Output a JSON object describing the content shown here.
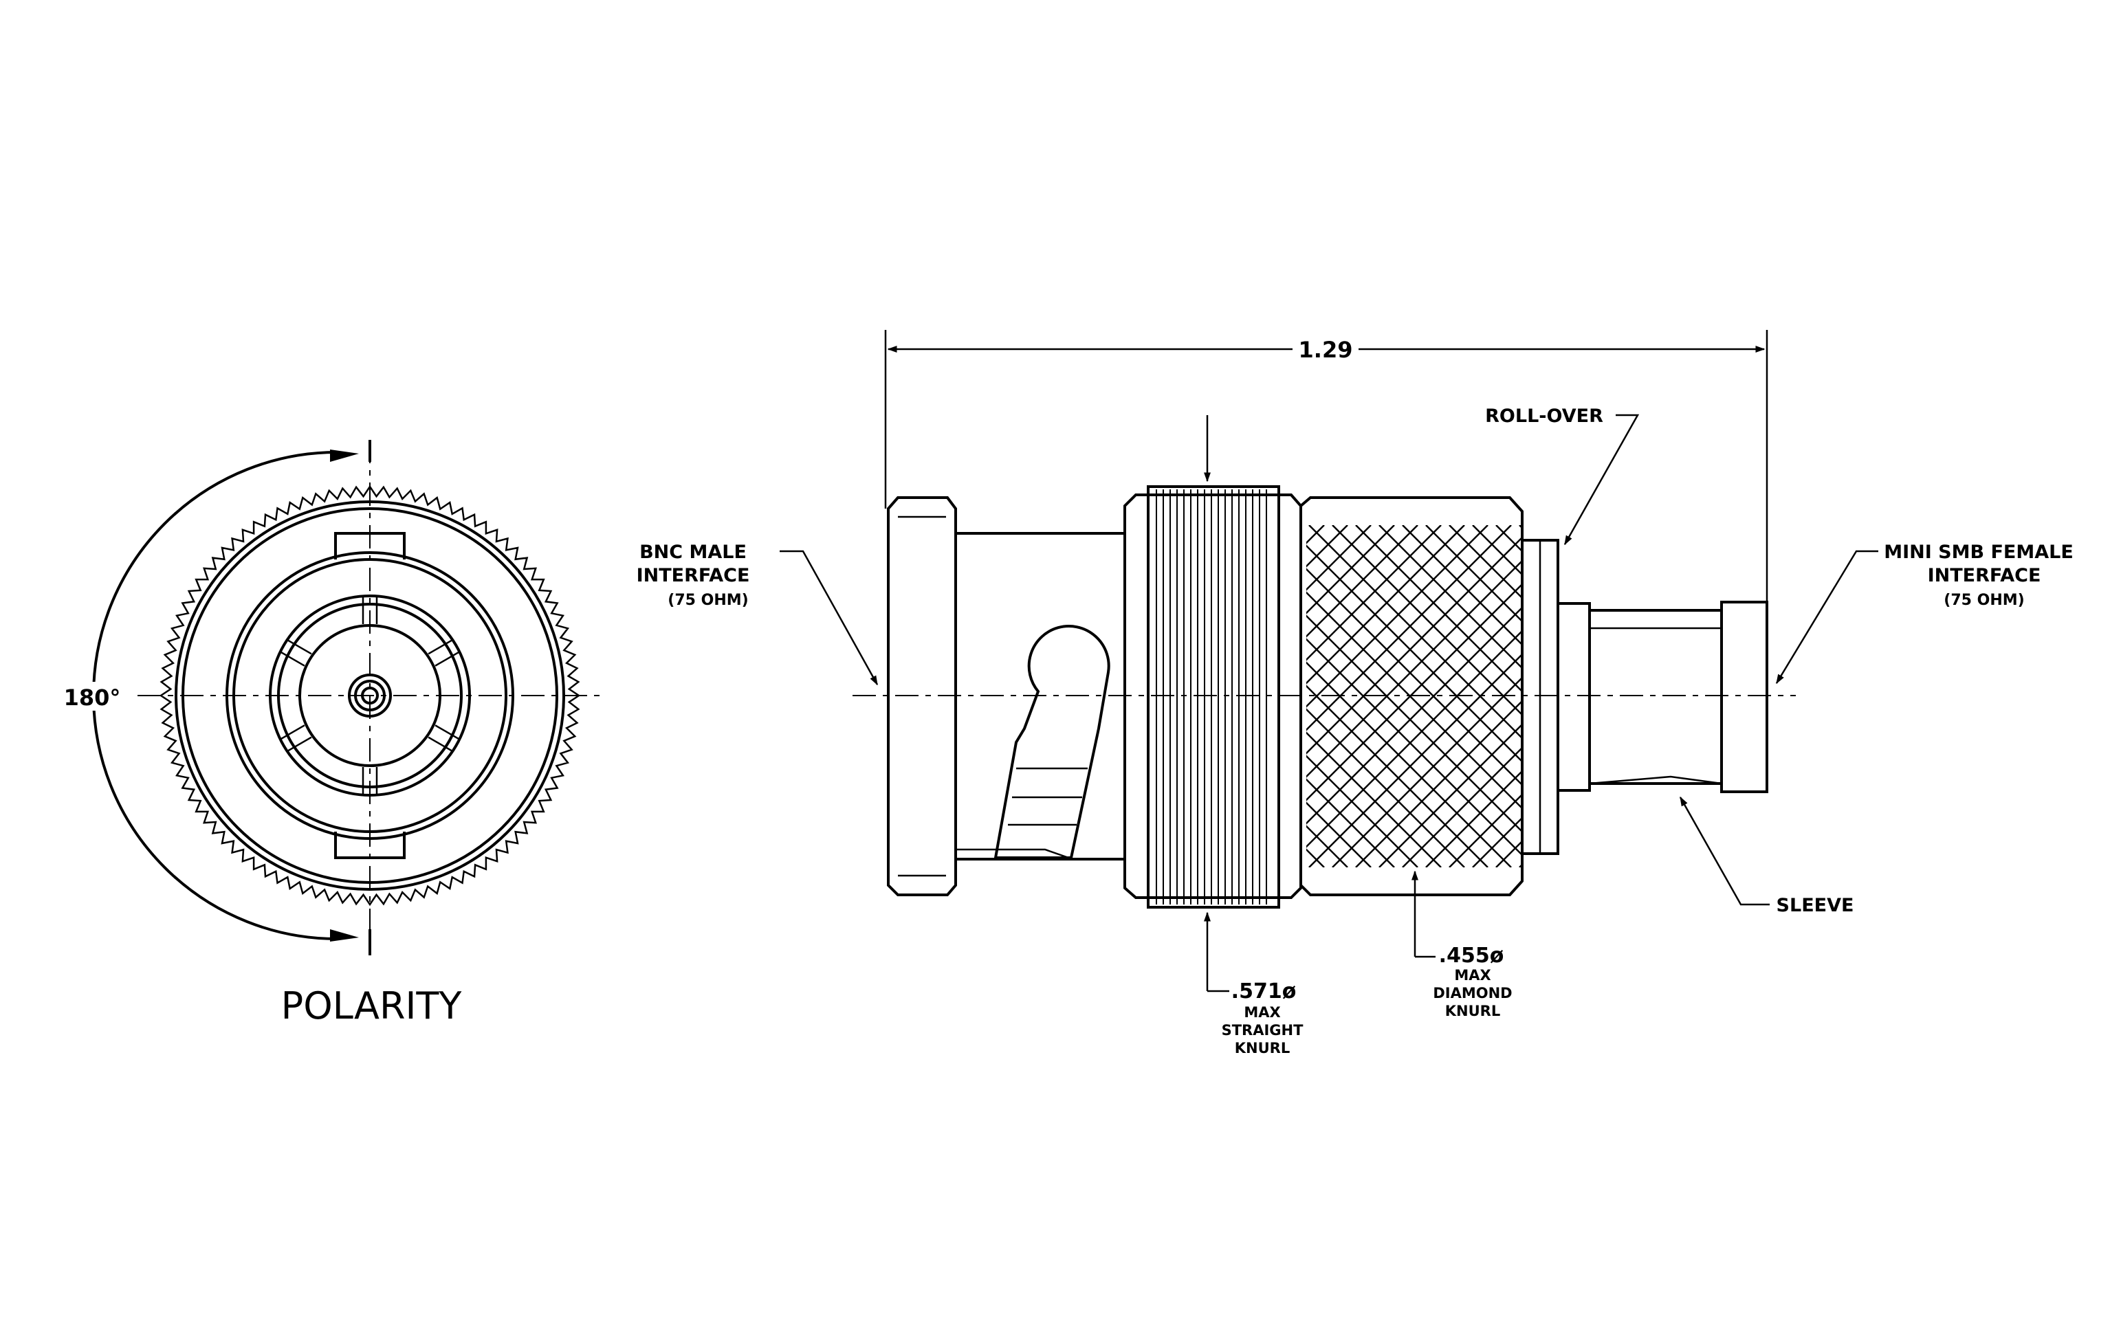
{
  "colors": {
    "line": "#000000",
    "background": "#ffffff"
  },
  "polarity_view": {
    "angle_label": "180°",
    "title": "POLARITY"
  },
  "side_view": {
    "overall_length": "1.29",
    "callouts": {
      "bnc_interface": [
        "BNC MALE",
        "INTERFACE",
        "(75 OHM)"
      ],
      "roll_over": "ROLL-OVER",
      "mini_smb_interface": [
        "MINI SMB FEMALE",
        "INTERFACE",
        "(75 OHM)"
      ],
      "sleeve": "SLEEVE",
      "straight_knurl": [
        ".571ø",
        "MAX",
        "STRAIGHT",
        "KNURL"
      ],
      "diamond_knurl": [
        ".455ø",
        "MAX",
        "DIAMOND",
        "KNURL"
      ]
    }
  }
}
